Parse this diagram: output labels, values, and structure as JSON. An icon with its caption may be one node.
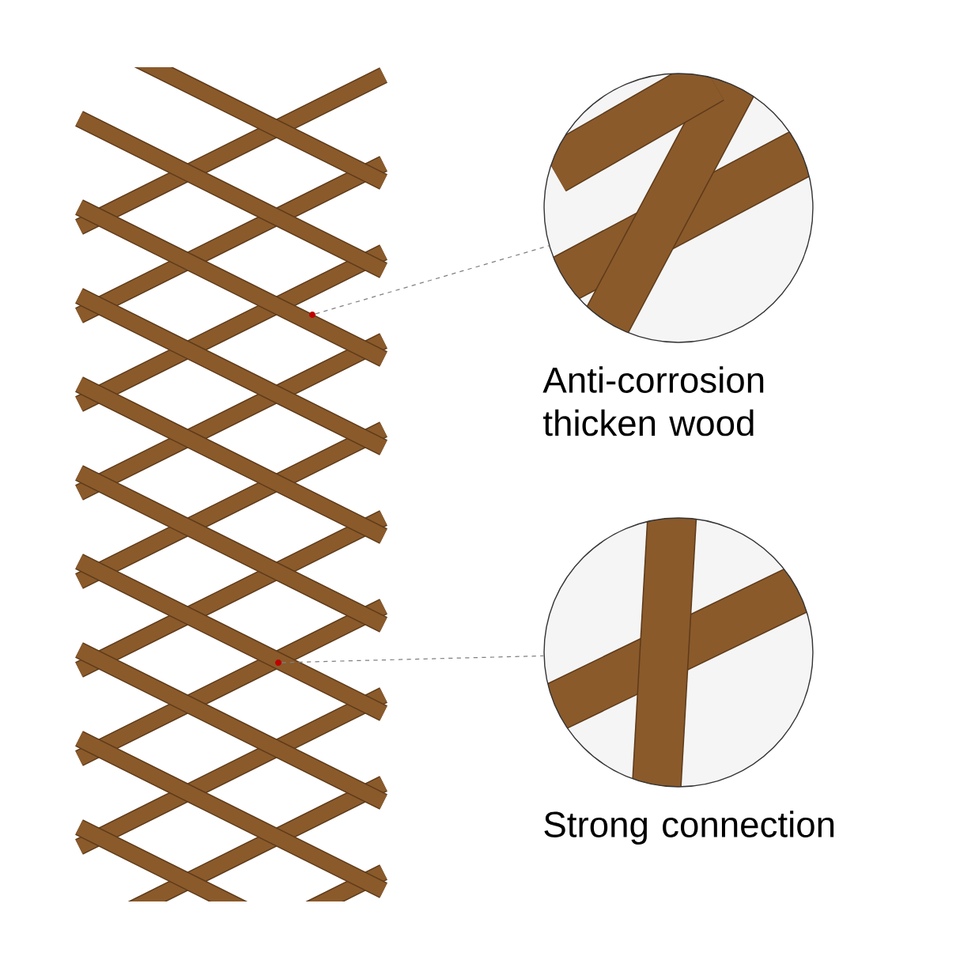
{
  "diagram": {
    "nodes": [
      {
        "text": [],
        "shape": "picture"
      },
      {
        "text": [],
        "shape": "circle",
        "in": 0
      },
      {
        "text": [
          "Anti-corrosion thicken wood"
        ]
      },
      {
        "text": [],
        "shape": "circle",
        "in": 0
      },
      {
        "text": [
          "Strong connection"
        ]
      }
    ],
    "edges": [
      {
        "from": 1,
        "to": 2,
        "arrow": "none",
        "style": "dashed"
      },
      {
        "from": 3,
        "to": 4,
        "arrow": "none",
        "style": "dashed"
      }
    ]
  }
}
